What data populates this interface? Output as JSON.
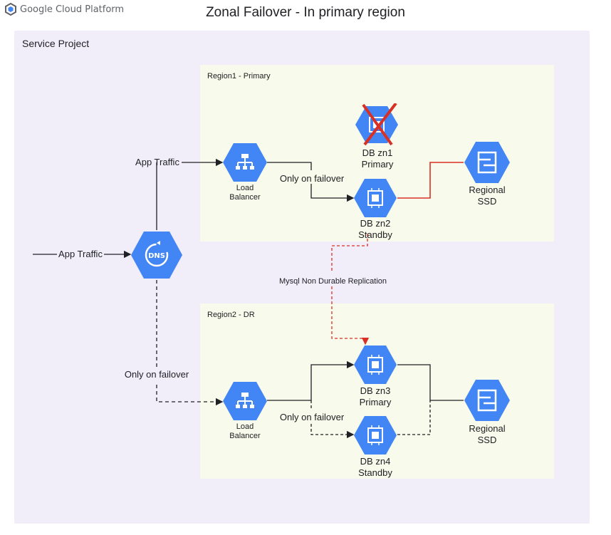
{
  "header": {
    "logo_text": "Google Cloud Platform",
    "title": "Zonal Failover - In primary region"
  },
  "project": {
    "label": "Service Project"
  },
  "regions": {
    "primary": {
      "label": "Region1 - Primary"
    },
    "dr": {
      "label": "Region2 - DR"
    }
  },
  "nodes": {
    "dns": {
      "icon": "dns-icon",
      "text": "DNS"
    },
    "lb1": {
      "line1": "Load",
      "line2": "Balancer",
      "icon": "load-balancer-icon"
    },
    "lb2": {
      "line1": "Load",
      "line2": "Balancer",
      "icon": "load-balancer-icon"
    },
    "db1": {
      "line1": "DB zn1",
      "line2": "Primary",
      "icon": "compute-engine-icon",
      "failed": true
    },
    "db2": {
      "line1": "DB zn2",
      "line2": "Standby",
      "icon": "compute-engine-icon"
    },
    "db3": {
      "line1": "DB zn3",
      "line2": "Primary",
      "icon": "compute-engine-icon"
    },
    "db4": {
      "line1": "DB zn4",
      "line2": "Standby",
      "icon": "compute-engine-icon"
    },
    "ssd1": {
      "line1": "Regional",
      "line2": "SSD",
      "icon": "persistent-disk-icon"
    },
    "ssd2": {
      "line1": "Regional",
      "line2": "SSD",
      "icon": "persistent-disk-icon"
    }
  },
  "edges": {
    "app_traffic_in": "App Traffic",
    "app_traffic_lb": "App Traffic",
    "failover_dns": "Only on failover",
    "failover_lb1": "Only on failover",
    "failover_lb2": "Only on failover",
    "replication": "Mysql Non Durable Replication"
  },
  "colors": {
    "hex_blue": "#4285f4",
    "failure_red": "#d93025",
    "project_bg": "#f1eefa",
    "region_bg": "#f8faeb"
  }
}
